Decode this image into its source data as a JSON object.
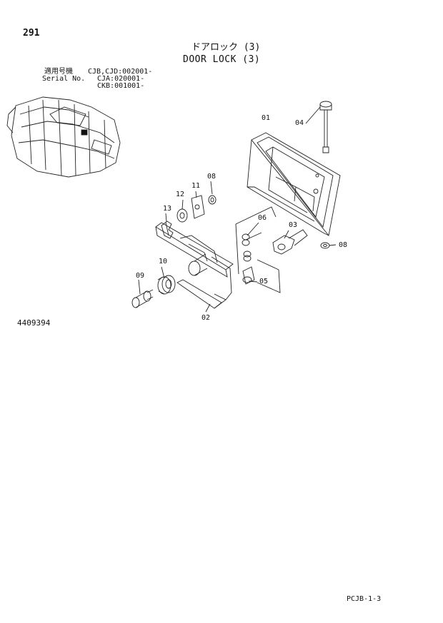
{
  "header": {
    "page_number": "291",
    "title_jp": "ドアロック (3)",
    "title_en": "DOOR LOCK (3)"
  },
  "serial": {
    "label_jp": "適用号機",
    "label_en": "Serial No.",
    "line1": "CJB,CJD:002001-",
    "line2": "CJA:020001-",
    "line3": "CKB:001001-"
  },
  "callouts": {
    "p01": "01",
    "p02": "02",
    "p03": "03",
    "p04": "04",
    "p05": "05",
    "p06": "06",
    "p08a": "08",
    "p08b": "08",
    "p09": "09",
    "p10": "10",
    "p11": "11",
    "p12": "12",
    "p13": "13"
  },
  "footer": {
    "figure_id": "4409394",
    "page_code": "PCJB-1-3"
  }
}
